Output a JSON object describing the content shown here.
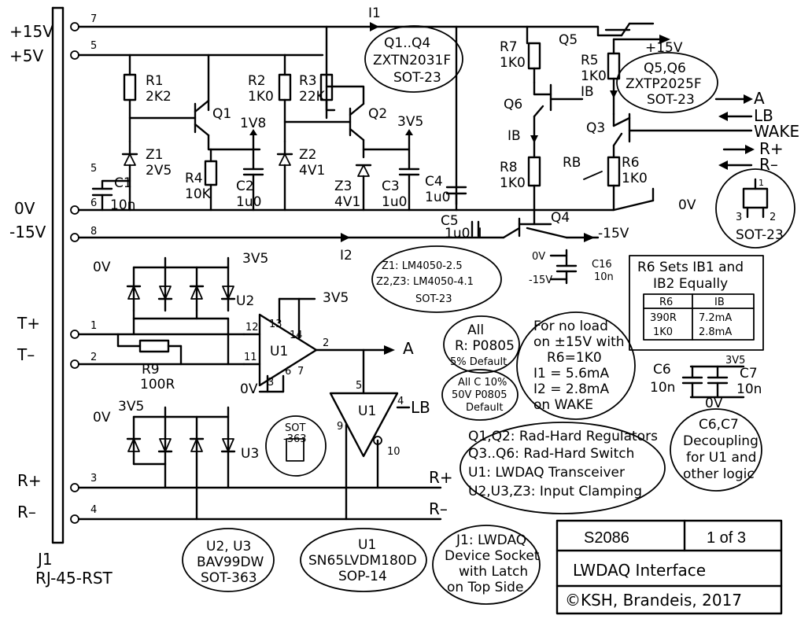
{
  "supplies": {
    "p15": "+15V",
    "p5": "+5V",
    "zero": "0V",
    "m15": "-15V",
    "out_p15": "+15V",
    "out_zero": "0V",
    "out_m15": "-15V",
    "n1v8": "1V8",
    "n3v5a": "3V5",
    "n3v5b": "3V5",
    "n3v5c": "3V5",
    "n3v5d": "3V5",
    "u2_0v": "0V",
    "u3_0v": "0V",
    "u1_0v": "0V",
    "c16_0v": "0V",
    "c16_m15": "-15V"
  },
  "connector": {
    "name": "J1",
    "part": "RJ-45-RST",
    "pins": [
      "7",
      "5",
      "5",
      "6",
      "8",
      "1",
      "2",
      "3",
      "4"
    ],
    "signals": {
      "tp": "T+",
      "tm": "T–",
      "rp": "R+",
      "rm": "R–",
      "rp_out": "R+",
      "rm_out": "R–"
    }
  },
  "currents": {
    "i1": "I1",
    "i2": "I2",
    "ib1": "IB",
    "ib2": "IB",
    "rb": "RB"
  },
  "components": {
    "r1": [
      "R1",
      "2K2"
    ],
    "r2": [
      "R2",
      "1K0"
    ],
    "r3": [
      "R3",
      "22K"
    ],
    "r4": [
      "R4",
      "10K"
    ],
    "r5": [
      "R5",
      "1K0"
    ],
    "r6": [
      "R6",
      "1K0"
    ],
    "r7": [
      "R7",
      "1K0"
    ],
    "r8": [
      "R8",
      "1K0"
    ],
    "r9": [
      "R9",
      "100R"
    ],
    "c1": [
      "C1",
      "10n"
    ],
    "c2": [
      "C2",
      "1u0"
    ],
    "c3": [
      "C3",
      "1u0"
    ],
    "c4": [
      "C4",
      "1u0"
    ],
    "c5": [
      "C5",
      "1u0"
    ],
    "c16": [
      "C16",
      "10n"
    ],
    "c6": [
      "C6",
      "10n"
    ],
    "c7": [
      "C7",
      "10n"
    ],
    "z1": [
      "Z1",
      "2V5"
    ],
    "z2": [
      "Z2",
      "4V1"
    ],
    "z3": [
      "Z3",
      "4V1"
    ],
    "q1": "Q1",
    "q2": "Q2",
    "q3": "Q3",
    "q4": "Q4",
    "q5": "Q5",
    "q6": "Q6",
    "u1a": "U1",
    "u1b": "U1",
    "u2": "U2",
    "u3": "U3"
  },
  "outputs": [
    "A",
    "LB",
    "WAKE",
    "R+",
    "R–"
  ],
  "u1_pins": {
    "p12": "12",
    "p11": "11",
    "p13": "13",
    "p14": "14",
    "p2": "2",
    "p3": "3",
    "p6": "6",
    "p7": "7",
    "p5": "5",
    "p4": "4",
    "p9": "9",
    "p10": "10",
    "a_out": "A",
    "lb_out": "LB"
  },
  "notes": {
    "q1q4": [
      "Q1..Q4",
      "ZXTN2031F",
      "SOT-23"
    ],
    "q5q6": [
      "Q5,Q6",
      "ZXTP2025F",
      "SOT-23"
    ],
    "sot23": "SOT-23",
    "zeners": [
      "Z1: LM4050-2.5",
      "Z2,Z3: LM4050-4.1",
      "SOT-23"
    ],
    "defaults": [
      "All",
      "R: P0805",
      "5% Default"
    ],
    "cap_default": [
      "All C 10%",
      "50V P0805",
      "Default"
    ],
    "noload": [
      "For no load",
      "on ±15V with",
      "R6=1K0",
      "I1 = 5.6mA",
      "I2 = 2.8mA",
      "on WAKE"
    ],
    "r6_title": [
      "R6 Sets IB1 and",
      "IB2 Equally"
    ],
    "r6_table": {
      "headers": [
        "R6",
        "IB"
      ],
      "rows": [
        [
          "390R",
          "7.2mA"
        ],
        [
          "1K0",
          "2.8mA"
        ]
      ]
    },
    "sot363": [
      "SOT",
      "-363"
    ],
    "roles": [
      "Q1,Q2: Rad-Hard Regulators",
      "Q3..Q6: Rad-Hard Switch",
      "U1: LWDAQ Transceiver",
      "U2,U3,Z3: Input Clamping"
    ],
    "decoupling": [
      "C6,C7",
      "Decoupling",
      "for U1 and",
      "other logic"
    ],
    "u2u3": [
      "U2, U3",
      "BAV99DW",
      "SOT-363"
    ],
    "u1_part": [
      "U1",
      "SN65LVDM180D",
      "SOP-14"
    ],
    "j1_note": [
      "J1: LWDAQ",
      "Device Socket",
      "with Latch",
      "on Top Side"
    ]
  },
  "title_block": {
    "number": "S2086",
    "sheet": "1 of 3",
    "title": "LWDAQ Interface",
    "author": "©KSH, Brandeis, 2017"
  }
}
